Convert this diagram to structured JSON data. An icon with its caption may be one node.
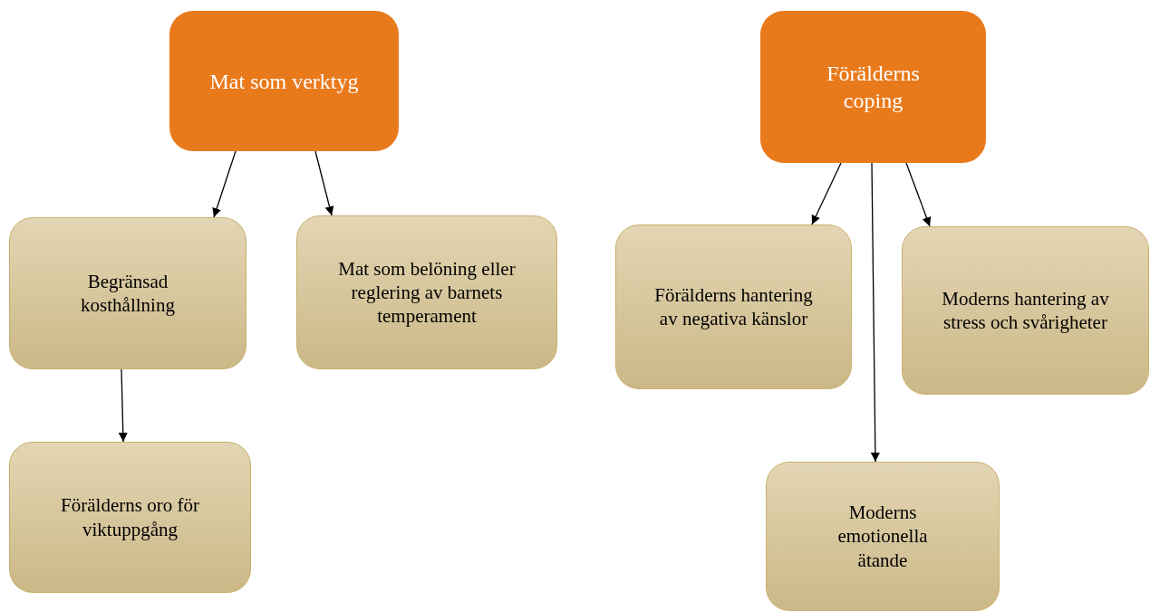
{
  "diagram": {
    "nodes": [
      {
        "text": [
          "Mat som verktyg"
        ]
      },
      {
        "text": [
          "Begränsad kosthållning"
        ]
      },
      {
        "text": [
          "Mat som belöning eller reglering av barnets temperament"
        ]
      },
      {
        "text": [
          "Förälderns oro för viktuppgång"
        ]
      },
      {
        "text": [
          "Förälderns coping"
        ]
      },
      {
        "text": [
          "Förälderns hantering av negativa känslor"
        ]
      },
      {
        "text": [
          "Moderns hantering av stress och svårigheter"
        ]
      },
      {
        "text": [
          "Moderns emotionella ätande"
        ]
      }
    ],
    "edges": [
      {
        "from": 0,
        "to": 1,
        "arrow": "to"
      },
      {
        "from": 0,
        "to": 2,
        "arrow": "to"
      },
      {
        "from": 1,
        "to": 3,
        "arrow": "to"
      },
      {
        "from": 4,
        "to": 5,
        "arrow": "to"
      },
      {
        "from": 4,
        "to": 7,
        "arrow": "to"
      },
      {
        "from": 4,
        "to": 6,
        "arrow": "to"
      }
    ]
  }
}
